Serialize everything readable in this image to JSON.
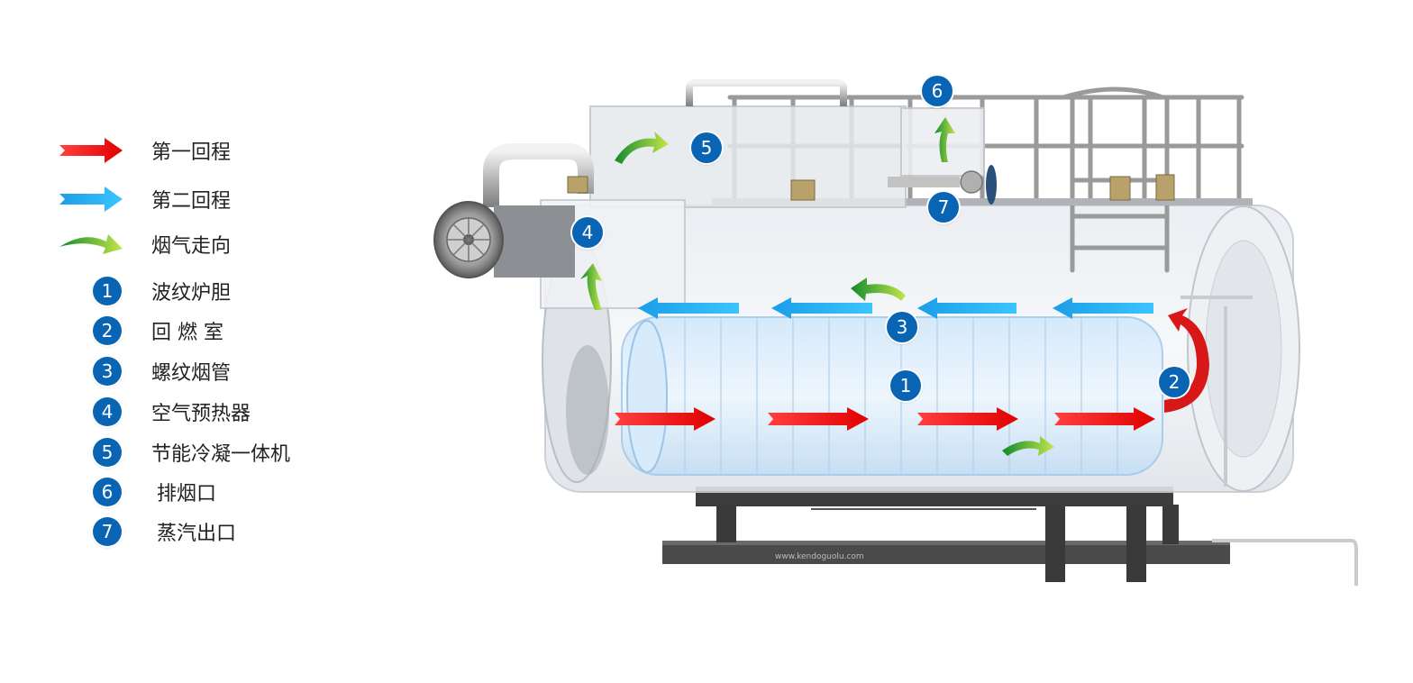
{
  "legend": {
    "first_pass": "第一回程",
    "second_pass": "第二回程",
    "flue_direction": "烟气走向",
    "items": [
      {
        "num": "1",
        "label": "波纹炉胆"
      },
      {
        "num": "2",
        "label": "回 燃 室"
      },
      {
        "num": "3",
        "label": "螺纹烟管"
      },
      {
        "num": "4",
        "label": "空气预热器"
      },
      {
        "num": "5",
        "label": "节能冷凝一体机"
      },
      {
        "num": "6",
        "label": "排烟口"
      },
      {
        "num": "7",
        "label": "蒸汽出口"
      }
    ]
  },
  "diagram": {
    "badge_1": "1",
    "badge_2": "2",
    "badge_3": "3",
    "badge_4": "4",
    "badge_5": "5",
    "badge_6": "6",
    "badge_7": "7",
    "watermark": "www.kendoguolu.com"
  },
  "colors": {
    "first_pass_arrow": "#ee1c1c",
    "second_pass_arrow": "#1eaaf0",
    "flue_arrow_start": "#1a9a3a",
    "flue_arrow_end": "#b8e04a",
    "badge": "#0a64b4"
  }
}
